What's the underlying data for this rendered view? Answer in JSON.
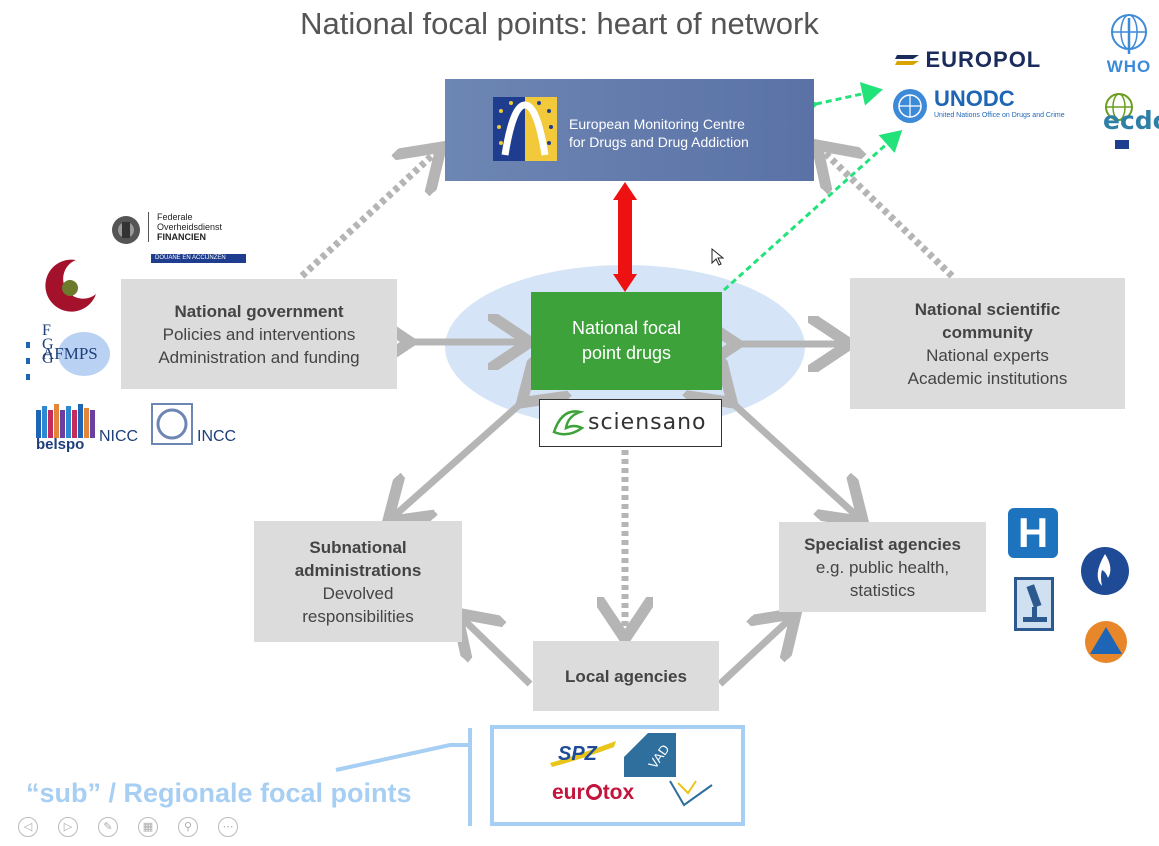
{
  "title": "National focal points: heart of network",
  "emcdda": {
    "line1": "European Monitoring Centre",
    "line2": "for Drugs and Drug Addiction"
  },
  "focal_point": {
    "line1": "National focal",
    "line2": "point drugs"
  },
  "sciensano": {
    "wordmark": "sciensano"
  },
  "national_government": {
    "heading": "National government",
    "line1": "Policies and interventions",
    "line2": "Administration and funding"
  },
  "scientific_community": {
    "heading1": "National scientific",
    "heading2": "community",
    "line1": "National experts",
    "line2": "Academic institutions"
  },
  "subnational": {
    "heading1": "Subnational",
    "heading2": "administrations",
    "line1": "Devolved",
    "line2": "responsibilities"
  },
  "specialist": {
    "heading": "Specialist agencies",
    "line1": "e.g. public health,",
    "line2": "statistics"
  },
  "local": {
    "heading": "Local agencies"
  },
  "international_logos": {
    "europol": "EUROPOL",
    "who": "WHO",
    "unodc": "UNODC",
    "unodc_sub": "United Nations Office on Drugs and Crime",
    "ecdc": "ecdc"
  },
  "national_logos": {
    "fod_line1": "Federale",
    "fod_line2": "Overheidsdienst",
    "fod_line3": "FINANCIEN",
    "fod_band": "DOUANE EN ACCIJNZEN",
    "afmps": "AFMPS",
    "belspo": "belspo",
    "nicc": "NICC",
    "incc": "INCC"
  },
  "regional_logos": {
    "spz": "SPZ",
    "vad": "VAD",
    "eurotox": "eur",
    "eurotox2": "tox"
  },
  "regional_label": "“sub” / Regionale focal points",
  "colors": {
    "focal_green": "#3da23a",
    "emcdda_blue": "#5a72a6",
    "grey_box": "#dcdcdc",
    "red_arrow": "#ee1111",
    "green_dashed": "#22e27a",
    "regional_blue": "#a7cef3"
  },
  "nav_icons": [
    "previous-icon",
    "next-icon",
    "pen-icon",
    "slides-icon",
    "zoom-icon",
    "more-icon"
  ]
}
